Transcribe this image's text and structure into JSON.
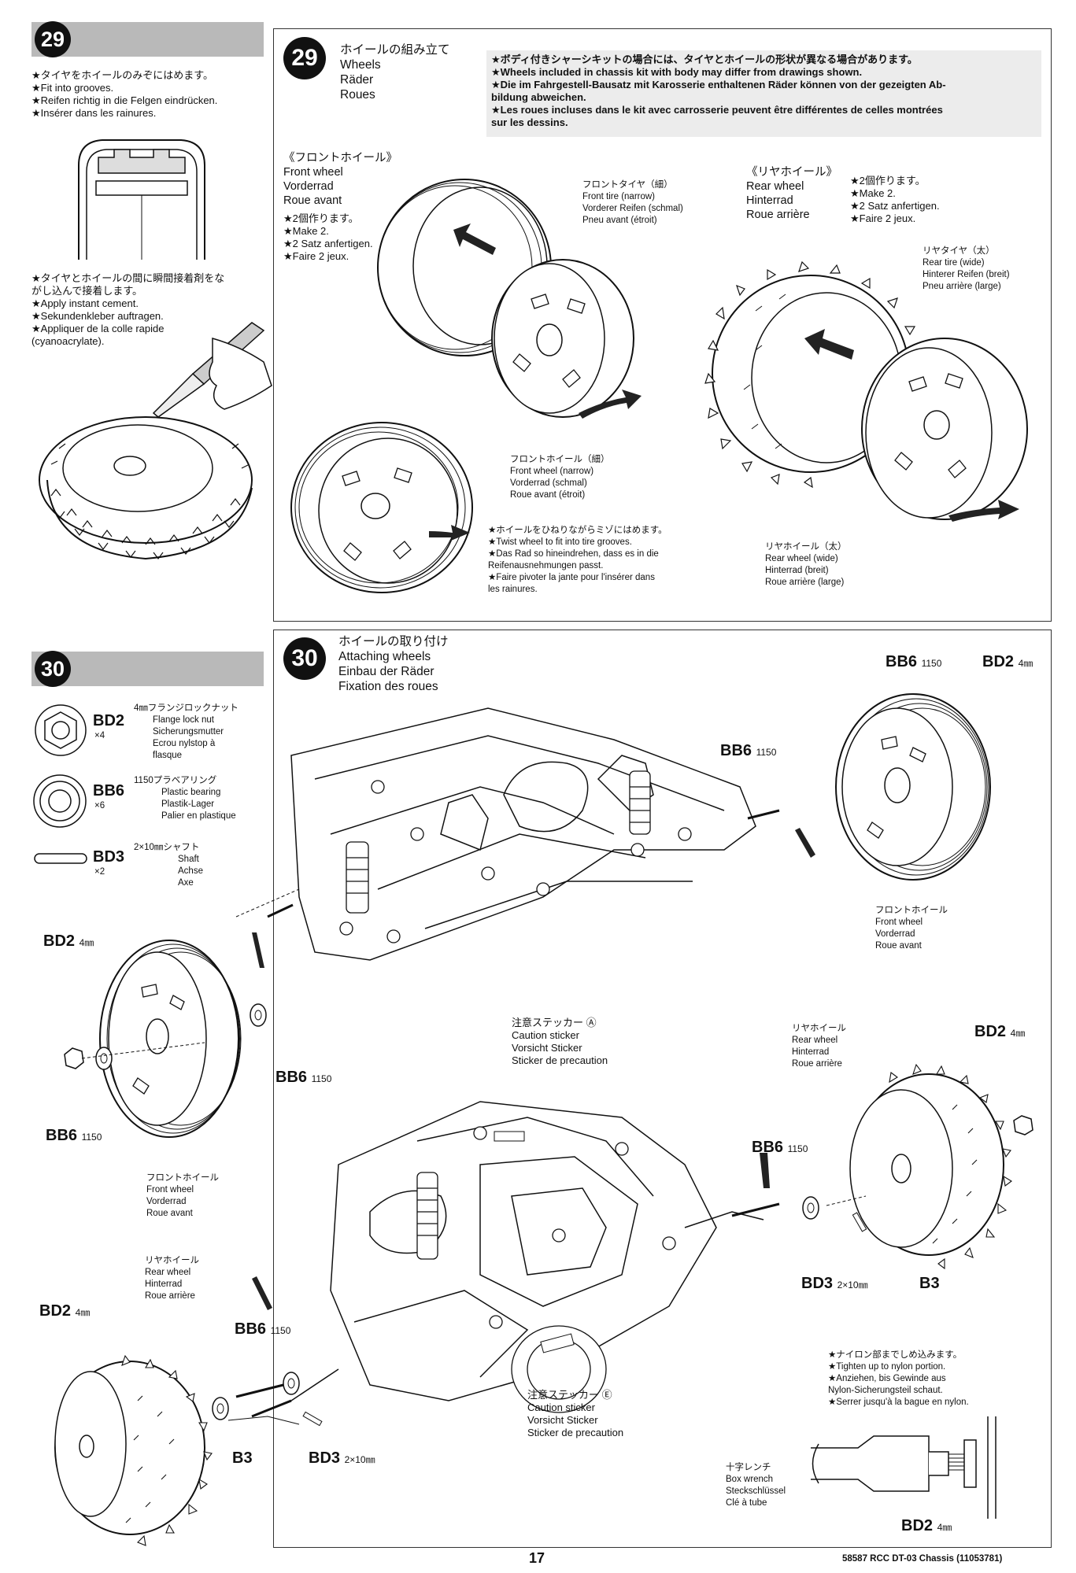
{
  "step29": {
    "number": "29",
    "side": {
      "note1": [
        "★タイヤをホイールのみぞにはめます。",
        "★Fit into grooves.",
        "★Reifen richtig in die Felgen eindrücken.",
        "★Insérer dans les rainures."
      ],
      "note2": [
        "★タイヤとホイールの間に瞬間接着剤をな",
        "がし込んで接着します。",
        "★Apply instant cement.",
        "★Sekundenkleber auftragen.",
        "★Appliquer de la colle rapide",
        "(cyanoacrylate)."
      ]
    },
    "title": [
      "ホイールの組み立て",
      "Wheels",
      "Räder",
      "Roues"
    ],
    "notice": [
      "★ボディ付きシャーシキットの場合には、タイヤとホイールの形状が異なる場合があります。",
      "★Wheels included in chassis kit with body may differ from drawings shown.",
      "★Die im Fahrgestell-Bausatz mit Karosserie enthaltenen Räder können von der gezeigten Ab-",
      "bildung abweichen.",
      "★Les roues incluses dans le kit avec carrosserie peuvent être différentes de celles montrées",
      "sur les dessins."
    ],
    "front_heading": [
      "《フロントホイール》",
      "Front wheel",
      "Vorderrad",
      "Roue avant"
    ],
    "front_make": [
      "★2個作ります。",
      "★Make 2.",
      "★2 Satz anfertigen.",
      "★Faire 2 jeux."
    ],
    "front_tire": [
      "フロントタイヤ（細）",
      "Front tire (narrow)",
      "Vorderer Reifen (schmal)",
      "Pneu avant (étroit)"
    ],
    "front_wheel": [
      "フロントホイール（細）",
      "Front wheel (narrow)",
      "Vorderrad (schmal)",
      "Roue avant (étroit)"
    ],
    "twist": [
      "★ホイールをひねりながらミゾにはめます。",
      "★Twist wheel to fit into tire grooves.",
      "★Das Rad so hineindrehen, dass es in die",
      "Reifenausnehmungen passt.",
      "★Faire pivoter la jante pour l'insérer dans",
      "les rainures."
    ],
    "rear_heading": [
      "《リヤホイール》",
      "Rear wheel",
      "Hinterrad",
      "Roue arrière"
    ],
    "rear_make": [
      "★2個作ります。",
      "★Make 2.",
      "★2 Satz anfertigen.",
      "★Faire 2 jeux."
    ],
    "rear_tire": [
      "リヤタイヤ（太）",
      "Rear tire (wide)",
      "Hinterer Reifen (breit)",
      "Pneu arrière (large)"
    ],
    "rear_wheel": [
      "リヤホイール（太）",
      "Rear wheel (wide)",
      "Hinterrad (breit)",
      "Roue arrière (large)"
    ]
  },
  "step30": {
    "number": "30",
    "title": [
      "ホイールの取り付け",
      "Attaching wheels",
      "Einbau der Räder",
      "Fixation des roues"
    ],
    "parts": [
      {
        "code": "BD2",
        "qty": "×4",
        "desc": [
          "4㎜フランジロックナット",
          "Flange lock nut",
          "Sicherungsmutter",
          "Ecrou nylstop à",
          "flasque"
        ]
      },
      {
        "code": "BB6",
        "qty": "×6",
        "desc": [
          "1150プラベアリング",
          "Plastic bearing",
          "Plastik-Lager",
          "Palier en plastique"
        ]
      },
      {
        "code": "BD3",
        "qty": "×2",
        "desc": [
          "2×10㎜シャフト",
          "Shaft",
          "Achse",
          "Axe"
        ]
      }
    ],
    "labels": {
      "bb6": "BB6",
      "bb6_sub": "1150",
      "bd2": "BD2",
      "bd2_sub": "4㎜",
      "bd3": "BD3",
      "bd3_sub": "2×10㎜",
      "b3": "B3"
    },
    "front_wheel_label": [
      "フロントホイール",
      "Front wheel",
      "Vorderrad",
      "Roue avant"
    ],
    "rear_wheel_label": [
      "リヤホイール",
      "Rear wheel",
      "Hinterrad",
      "Roue arrière"
    ],
    "caution_a": [
      "注意ステッカー Ⓐ",
      "Caution sticker",
      "Vorsicht Sticker",
      "Sticker de precaution"
    ],
    "caution_e": [
      "注意ステッカー Ⓔ",
      "Caution sticker",
      "Vorsicht Sticker",
      "Sticker de precaution"
    ],
    "tighten": [
      "★ナイロン部までしめ込みます。",
      "★Tighten up to nylon portion.",
      "★Anziehen, bis Gewinde aus",
      "Nylon-Sicherungsteil schaut.",
      "★Serrer jusqu'à la bague en nylon."
    ],
    "wrench": [
      "十字レンチ",
      "Box wrench",
      "Steckschlüssel",
      "Clé à tube"
    ]
  },
  "footer": {
    "page": "17",
    "doc": "58587 RCC DT-03 Chassis (11053781)"
  }
}
